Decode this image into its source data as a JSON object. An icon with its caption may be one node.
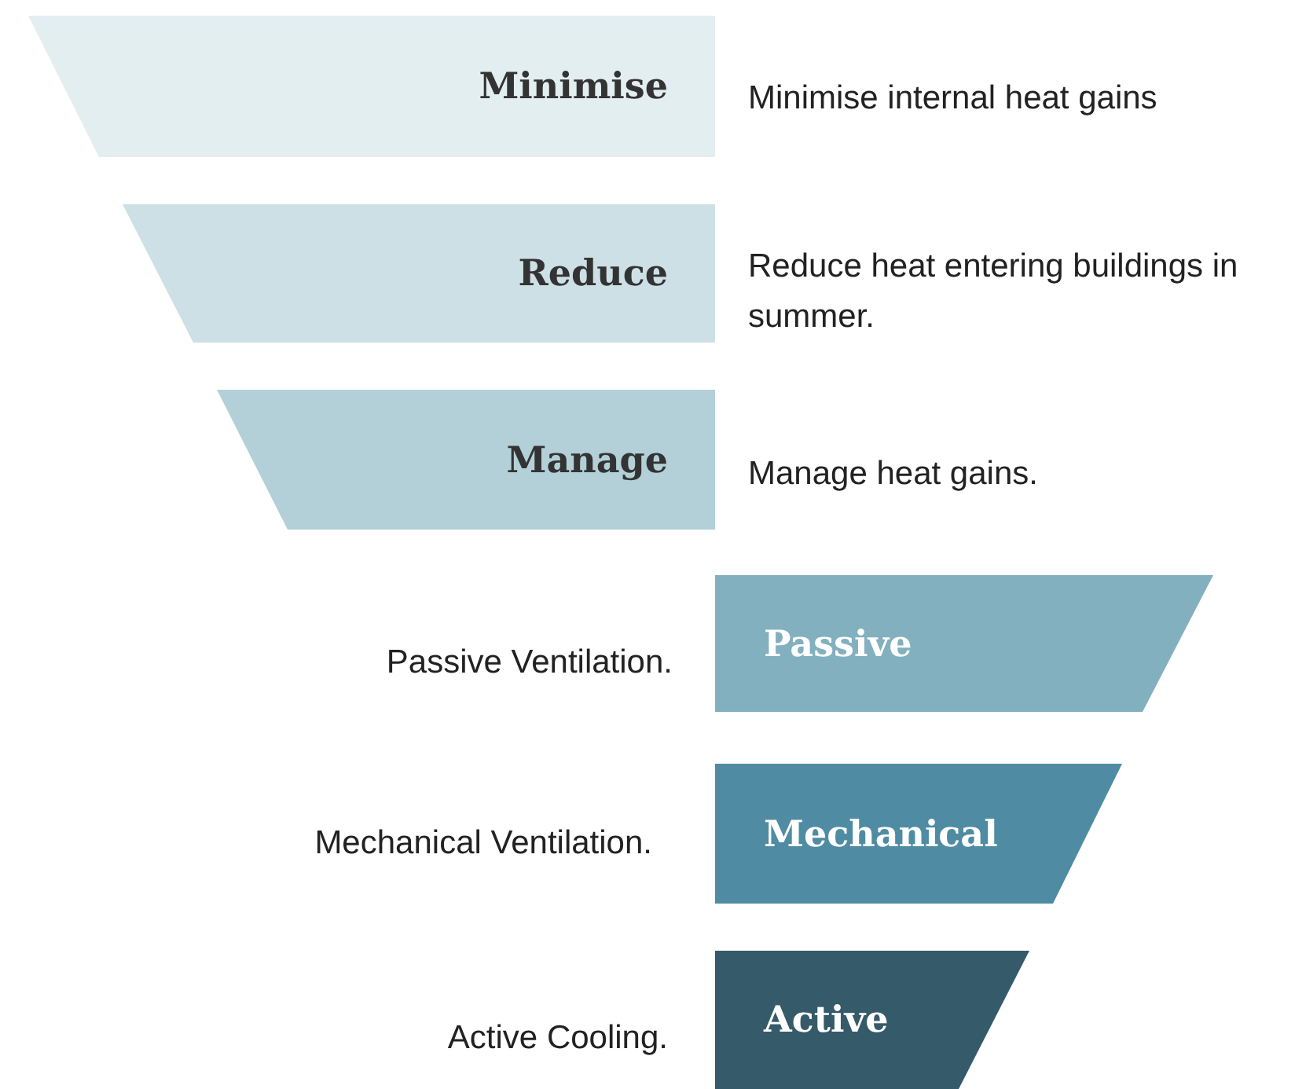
{
  "diagram": {
    "nodes": [
      {
        "text": [
          "Minimise"
        ],
        "beside": [
          "Minimise internal heat gains"
        ]
      },
      {
        "text": [
          "Reduce"
        ],
        "beside": [
          "Reduce heat entering buildings in summer."
        ]
      },
      {
        "text": [
          "Manage"
        ],
        "beside": [
          "Manage heat gains."
        ]
      },
      {
        "text": [
          "Passive"
        ],
        "beside": [
          "Passive Ventilation."
        ]
      },
      {
        "text": [
          "Mechanical"
        ],
        "beside": [
          "Mechanical Ventilation."
        ]
      },
      {
        "text": [
          "Active"
        ],
        "beside": [
          "Active Cooling."
        ]
      }
    ]
  }
}
